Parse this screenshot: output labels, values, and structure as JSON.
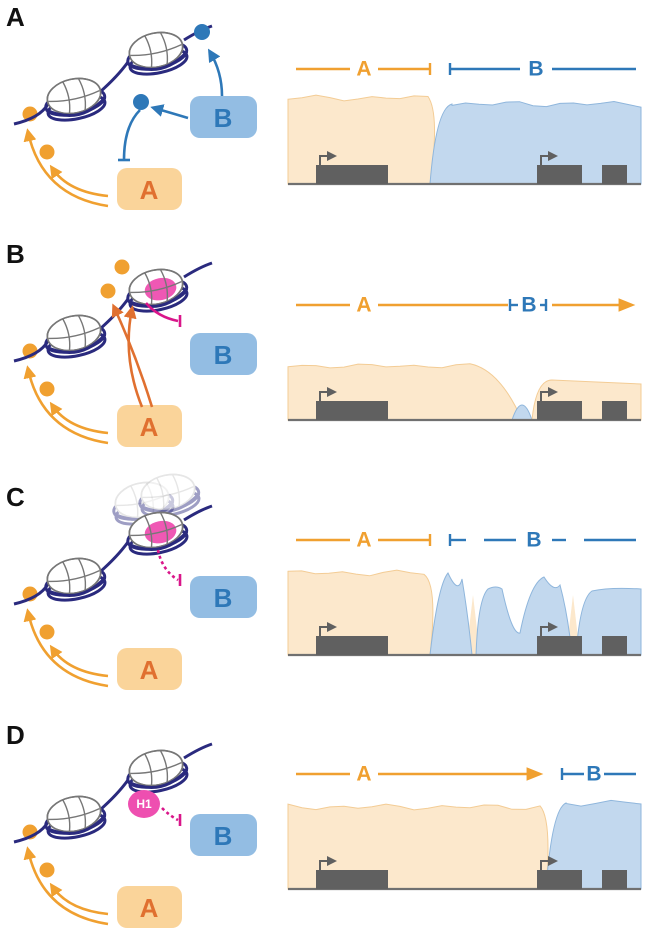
{
  "colors": {
    "orange": "#F0A030",
    "orange_fill": "#FCE8CC",
    "orange_box": "#FAD49A",
    "blue": "#2E78B8",
    "blue_fill": "#C2D8EE",
    "blue_box": "#93BDE3",
    "navy": "#2A2A7E",
    "magenta": "#D9168A",
    "pink": "#EE4FB0",
    "rust": "#E07030",
    "gene": "#606060",
    "axis": "#707070"
  },
  "panels": [
    {
      "label": "A",
      "box_a": "A",
      "box_b": "B",
      "dom_a": "A",
      "dom_b": "B",
      "variant": "A"
    },
    {
      "label": "B",
      "box_a": "A",
      "box_b": "B",
      "dom_a": "A",
      "dom_b": "B",
      "variant": "B"
    },
    {
      "label": "C",
      "box_a": "A",
      "box_b": "B",
      "dom_a": "A",
      "dom_b": "B",
      "variant": "C"
    },
    {
      "label": "D",
      "box_a": "A",
      "box_b": "B",
      "dom_a": "A",
      "dom_b": "B",
      "variant": "D",
      "h1_label": "H1"
    }
  ]
}
